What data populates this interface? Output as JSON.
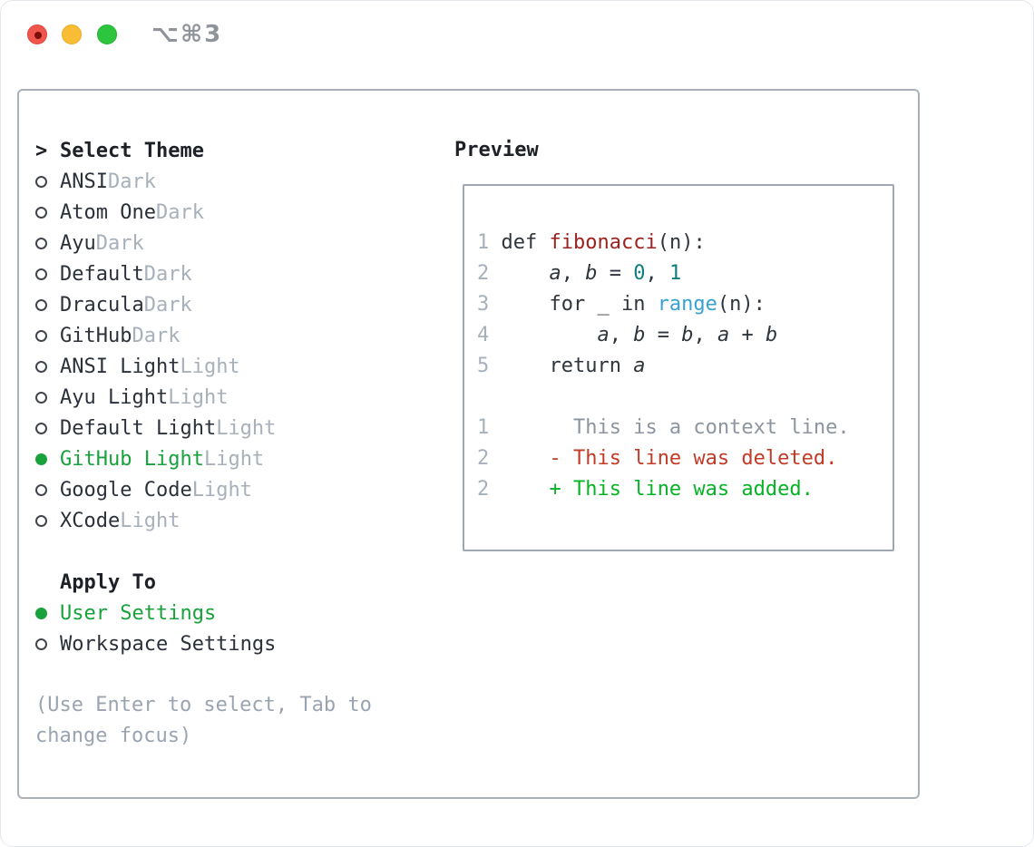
{
  "window": {
    "title": "⌥⌘3",
    "traffic_lights": [
      "close",
      "minimize",
      "maximize"
    ]
  },
  "colors": {
    "selected_green": "#18a23c",
    "added_green": "#07b224",
    "deleted_red": "#c23b26",
    "function_red": "#9c211e",
    "number_teal": "#0e7d7f",
    "call_blue": "#36a1d2",
    "muted_gray": "#a7b0bb",
    "hint_gray": "#9aa4b1",
    "text_dark": "#2b313a",
    "panel_border": "#a9b0ba",
    "traffic_red": "#f1564e",
    "traffic_yellow": "#f9bd35",
    "traffic_green": "#2ec53e"
  },
  "theme_picker": {
    "header": {
      "cursor": ">",
      "label": "Select Theme"
    },
    "themes": [
      {
        "name": "ANSI",
        "variant": "Dark",
        "selected": false
      },
      {
        "name": "Atom One",
        "variant": "Dark",
        "selected": false
      },
      {
        "name": "Ayu",
        "variant": "Dark",
        "selected": false
      },
      {
        "name": "Default",
        "variant": "Dark",
        "selected": false
      },
      {
        "name": "Dracula",
        "variant": "Dark",
        "selected": false
      },
      {
        "name": "GitHub",
        "variant": "Dark",
        "selected": false
      },
      {
        "name": "ANSI Light",
        "variant": "Light",
        "selected": false
      },
      {
        "name": "Ayu Light",
        "variant": "Light",
        "selected": false
      },
      {
        "name": "Default Light",
        "variant": "Light",
        "selected": false
      },
      {
        "name": "GitHub Light",
        "variant": "Light",
        "selected": true
      },
      {
        "name": "Google Code",
        "variant": "Light",
        "selected": false
      },
      {
        "name": "XCode",
        "variant": "Light",
        "selected": false
      }
    ],
    "apply_to": {
      "label": "Apply To",
      "options": [
        {
          "name": "User Settings",
          "selected": true
        },
        {
          "name": "Workspace Settings",
          "selected": false
        }
      ]
    },
    "hint": "(Use Enter to select, Tab to change focus)"
  },
  "preview": {
    "label": "Preview",
    "lines": [
      {
        "num": "",
        "tokens": []
      },
      {
        "num": "1",
        "tokens": [
          {
            "t": "def ",
            "c": "base"
          },
          {
            "t": "fibonacci",
            "c": "fn"
          },
          {
            "t": "(n):",
            "c": "base"
          }
        ]
      },
      {
        "num": "2",
        "tokens": [
          {
            "t": "    ",
            "c": "base"
          },
          {
            "t": "a",
            "c": "var"
          },
          {
            "t": ", ",
            "c": "base"
          },
          {
            "t": "b",
            "c": "var"
          },
          {
            "t": " = ",
            "c": "base"
          },
          {
            "t": "0",
            "c": "num"
          },
          {
            "t": ", ",
            "c": "base"
          },
          {
            "t": "1",
            "c": "num"
          }
        ]
      },
      {
        "num": "3",
        "tokens": [
          {
            "t": "    for _ in ",
            "c": "base"
          },
          {
            "t": "range",
            "c": "call"
          },
          {
            "t": "(n):",
            "c": "base"
          }
        ]
      },
      {
        "num": "4",
        "tokens": [
          {
            "t": "        ",
            "c": "base"
          },
          {
            "t": "a",
            "c": "var"
          },
          {
            "t": ", ",
            "c": "base"
          },
          {
            "t": "b",
            "c": "var"
          },
          {
            "t": " = ",
            "c": "base"
          },
          {
            "t": "b",
            "c": "var"
          },
          {
            "t": ", ",
            "c": "base"
          },
          {
            "t": "a",
            "c": "var"
          },
          {
            "t": " + ",
            "c": "base"
          },
          {
            "t": "b",
            "c": "var"
          }
        ]
      },
      {
        "num": "5",
        "tokens": [
          {
            "t": "    return ",
            "c": "base"
          },
          {
            "t": "a",
            "c": "var"
          }
        ]
      },
      {
        "num": "",
        "tokens": []
      },
      {
        "num": "1",
        "tokens": [
          {
            "t": "      This is a context line.",
            "c": "ctx"
          }
        ]
      },
      {
        "num": "2",
        "tokens": [
          {
            "t": "    ",
            "c": "base"
          },
          {
            "t": "- This line was deleted.",
            "c": "del"
          }
        ]
      },
      {
        "num": "2",
        "tokens": [
          {
            "t": "    ",
            "c": "base"
          },
          {
            "t": "+ This line was added.",
            "c": "add"
          }
        ]
      }
    ]
  }
}
